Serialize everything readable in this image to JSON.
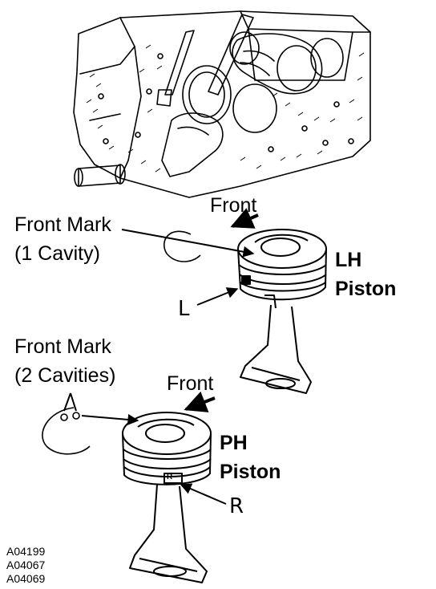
{
  "labels": {
    "front_top": "Front",
    "front_mark_1_line1": "Front Mark",
    "front_mark_1_line2": "(1 Cavity)",
    "lh_piston_line1": "LH",
    "lh_piston_line2": "Piston",
    "l_mark": "L",
    "front_mark_2_line1": "Front Mark",
    "front_mark_2_line2": "(2 Cavities)",
    "front_bottom": "Front",
    "ph_piston_line1": "PH",
    "ph_piston_line2": "Piston",
    "r_mark": "R",
    "r_stamp": "R"
  },
  "figure_codes": [
    "A04199",
    "A04067",
    "A04069"
  ]
}
